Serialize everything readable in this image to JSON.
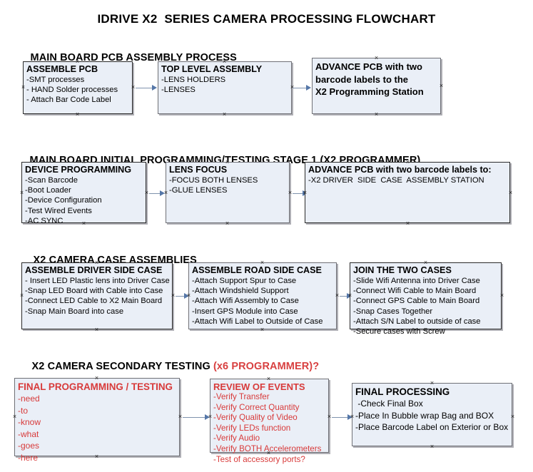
{
  "document": {
    "title": "IDRIVE X2  SERIES CAMERA PROCESSING FLOWCHART"
  },
  "colors": {
    "node_fill": "#eaeff7",
    "node_border": "#2a2a2a",
    "connector": "#7f93ad",
    "accent_red": "#d83a3a",
    "text": "#000000"
  },
  "sections": [
    {
      "id": "main-board-pcb-assembly",
      "heading": "MAIN BOARD PCB ASSEMBLY PROCESS",
      "heading_accent": "",
      "nodes": [
        {
          "id": "assemble-pcb",
          "title": "ASSEMBLE PCB",
          "lines": [
            "-SMT processes",
            "- HAND Solder processes",
            "- Attach Bar Code Label"
          ]
        },
        {
          "id": "top-level-assembly",
          "title": "TOP LEVEL ASSEMBLY",
          "lines": [
            "-LENS HOLDERS",
            "-LENSES"
          ]
        },
        {
          "id": "advance-pcb-programming-station",
          "title": "ADVANCE PCB with two\nbarcode labels to the\n X2 Programming Station",
          "lines": []
        }
      ]
    },
    {
      "id": "main-board-initial-programming",
      "heading": "MAIN BOARD INITIAL PROGRAMMING/TESTING STAGE 1 (X2 PROGRAMMER)",
      "heading_accent": "",
      "nodes": [
        {
          "id": "device-programming",
          "title": "DEVICE PROGRAMMING",
          "lines": [
            "-Scan Barcode",
            "-Boot Loader",
            "-Device Configuration",
            "-Test Wired Events",
            "-AC SYNC"
          ]
        },
        {
          "id": "lens-focus",
          "title": "LENS FOCUS",
          "lines": [
            "-FOCUS BOTH LENSES",
            "-GLUE LENSES"
          ]
        },
        {
          "id": "advance-pcb-driver-side",
          "title": "ADVANCE PCB with two barcode labels to:",
          "lines": [
            "-X2 DRIVER  SIDE  CASE  ASSEMBLY STATION"
          ]
        }
      ]
    },
    {
      "id": "x2-camera-case-assemblies",
      "heading": "X2 CAMERA CASE ASSEMBLIES",
      "heading_accent": "",
      "nodes": [
        {
          "id": "assemble-driver-side-case",
          "title": "ASSEMBLE DRIVER SIDE CASE",
          "lines": [
            "- Insert LED Plastic lens into Driver Case",
            "-Snap LED Board with Cable into Case",
            "-Connect LED Cable to X2 Main Board",
            "-Snap Main Board into case"
          ]
        },
        {
          "id": "assemble-road-side-case",
          "title": "ASSEMBLE ROAD SIDE CASE",
          "lines": [
            "-Attach Support Spur to Case",
            "-Attach Windshield Support",
            "-Attach Wifi Assembly to Case",
            "-Insert GPS Module into Case",
            "-Attach Wifi Label to Outside of Case"
          ]
        },
        {
          "id": "join-the-two-cases",
          "title": "JOIN THE TWO CASES",
          "lines": [
            "-Slide Wifi Antenna into Driver Case",
            "-Connect Wifi Cable to Main Board",
            "-Connect GPS Cable to Main Board",
            "-Snap Cases Together",
            "-Attach S/N Label to outside of case",
            "-Secure cases with Screw"
          ]
        }
      ]
    },
    {
      "id": "x2-camera-secondary-testing",
      "heading": "X2 CAMERA SECONDARY TESTING ",
      "heading_accent": "(x6 PROGRAMMER)?",
      "nodes": [
        {
          "id": "final-programming-testing",
          "title": "FINAL PROGRAMMING / TESTING",
          "lines": [
            "-need",
            "-to",
            "-know",
            "-what",
            "-goes",
            "-here"
          ]
        },
        {
          "id": "review-of-events",
          "title": "REVIEW OF EVENTS",
          "lines": [
            "-Verify Transfer",
            "-Verify Correct Quantity",
            "-Verify Quality of Video",
            "-Verify LEDs function",
            "-Verify Audio",
            "-Verify BOTH Accelerometers",
            "-Test of accessory ports?"
          ]
        },
        {
          "id": "final-processing",
          "title": "FINAL PROCESSING",
          "lines": [
            " -Check Final Box",
            "-Place In Bubble wrap Bag and BOX",
            "-Place Barcode Label on Exterior or Box"
          ]
        }
      ]
    }
  ]
}
